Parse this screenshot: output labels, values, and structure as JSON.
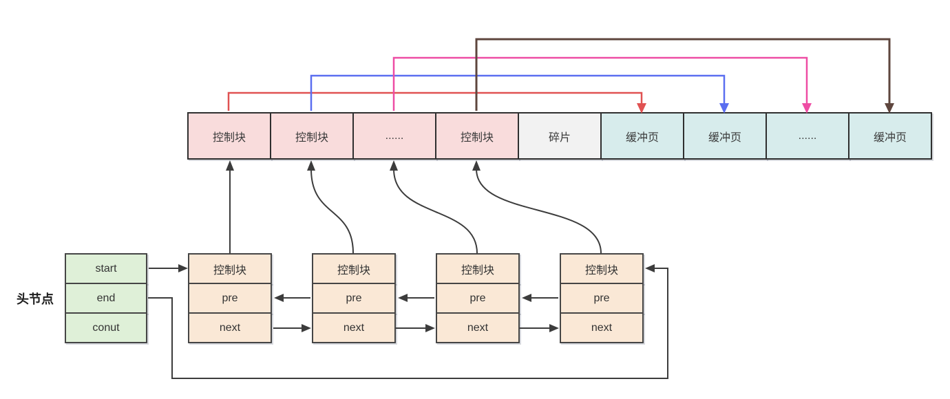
{
  "colors": {
    "red": "#e05252",
    "blue": "#5a6ef0",
    "magenta": "#ee4da4",
    "brown": "#5e463e",
    "line": "#3c3c3c",
    "pink_fill": "#f9dcdc",
    "gray_fill": "#f2f2f2",
    "cyan_fill": "#d7ecec",
    "wheat_fill": "#fae8d6",
    "green_fill": "#dff0d8"
  },
  "memory_row": {
    "cells": [
      {
        "label": "控制块",
        "type": "control"
      },
      {
        "label": "控制块",
        "type": "control"
      },
      {
        "label": "......",
        "type": "control"
      },
      {
        "label": "控制块",
        "type": "control"
      },
      {
        "label": "碎片",
        "type": "fragment"
      },
      {
        "label": "缓冲页",
        "type": "buffer"
      },
      {
        "label": "缓冲页",
        "type": "buffer"
      },
      {
        "label": "......",
        "type": "buffer"
      },
      {
        "label": "缓冲页",
        "type": "buffer"
      }
    ]
  },
  "head_node": {
    "label": "头节点",
    "rows": [
      "start",
      "end",
      "conut"
    ]
  },
  "list_nodes": [
    {
      "rows": [
        "控制块",
        "pre",
        "next"
      ]
    },
    {
      "rows": [
        "控制块",
        "pre",
        "next"
      ]
    },
    {
      "rows": [
        "控制块",
        "pre",
        "next"
      ]
    },
    {
      "rows": [
        "控制块",
        "pre",
        "next"
      ]
    }
  ],
  "arrows": {
    "colored_maps": [
      {
        "color": "red",
        "from": "control-block-1",
        "to": "buffer-page-1"
      },
      {
        "color": "blue",
        "from": "control-block-2",
        "to": "buffer-page-2"
      },
      {
        "color": "magenta",
        "from": "control-block-ellipsis",
        "to": "buffer-page-ellipsis"
      },
      {
        "color": "brown",
        "from": "control-block-4",
        "to": "buffer-page-last"
      }
    ],
    "list_links": [
      "start-to-node1",
      "end-loop-to-node4",
      "pre-backward",
      "next-forward",
      "node-to-control-block"
    ]
  }
}
